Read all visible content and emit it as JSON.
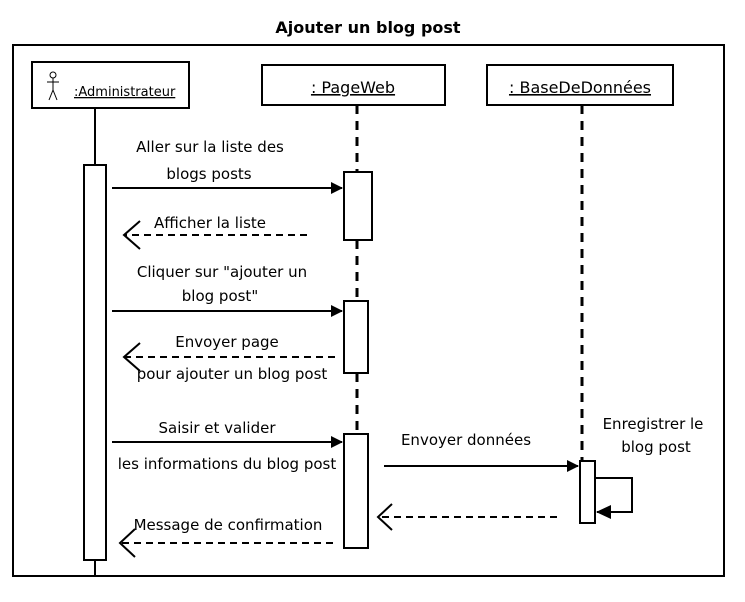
{
  "diagram": {
    "title": "Ajouter un blog post",
    "lifelines": {
      "admin": ":Administrateur",
      "page": ": PageWeb",
      "db": ": BaseDeDonnées"
    },
    "messages": [
      {
        "id": "m1",
        "lines": [
          "Aller sur la liste des",
          "blogs posts"
        ],
        "kind": "sync"
      },
      {
        "id": "m2",
        "lines": [
          "Afficher la liste"
        ],
        "kind": "return"
      },
      {
        "id": "m3",
        "lines": [
          "Cliquer sur \"ajouter un",
          "blog post\""
        ],
        "kind": "sync"
      },
      {
        "id": "m4",
        "lines": [
          "Envoyer page",
          "pour ajouter un blog post"
        ],
        "kind": "return"
      },
      {
        "id": "m5",
        "lines": [
          "Saisir et valider",
          "les informations du blog post"
        ],
        "kind": "sync"
      },
      {
        "id": "m6",
        "lines": [
          "Envoyer données"
        ],
        "kind": "sync"
      },
      {
        "id": "m7",
        "lines": [
          "Enregistrer le",
          "blog post"
        ],
        "kind": "self"
      },
      {
        "id": "m8",
        "lines": [
          "Message de confirmation"
        ],
        "kind": "return"
      }
    ]
  }
}
